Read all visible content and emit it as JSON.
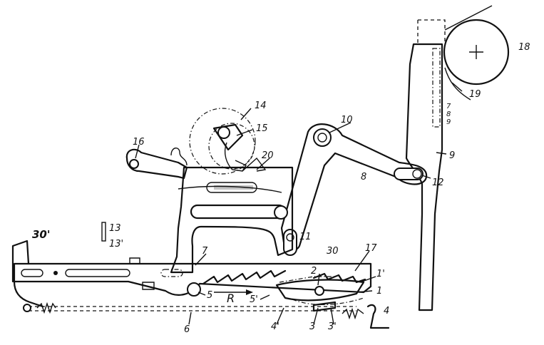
{
  "labels": {
    "l1": "1",
    "l1p": "1'",
    "l2": "2",
    "l3": "3",
    "l3p": "3'",
    "l4": "4",
    "l4p": "4'",
    "l5": "5",
    "l5p": "5'",
    "l6": "6",
    "l7": "7",
    "l8": "8",
    "l9": "9",
    "l10": "10",
    "l11": "11",
    "l12": "12",
    "l13": "13",
    "l13p": "13'",
    "l14": "14",
    "l15": "15",
    "l16": "16",
    "l17": "17",
    "l18": "18",
    "l19": "19",
    "l20": "20",
    "l30": "30",
    "l30p": "30'",
    "lR": "R",
    "s7": "7",
    "s8": "8",
    "s9": "9"
  }
}
